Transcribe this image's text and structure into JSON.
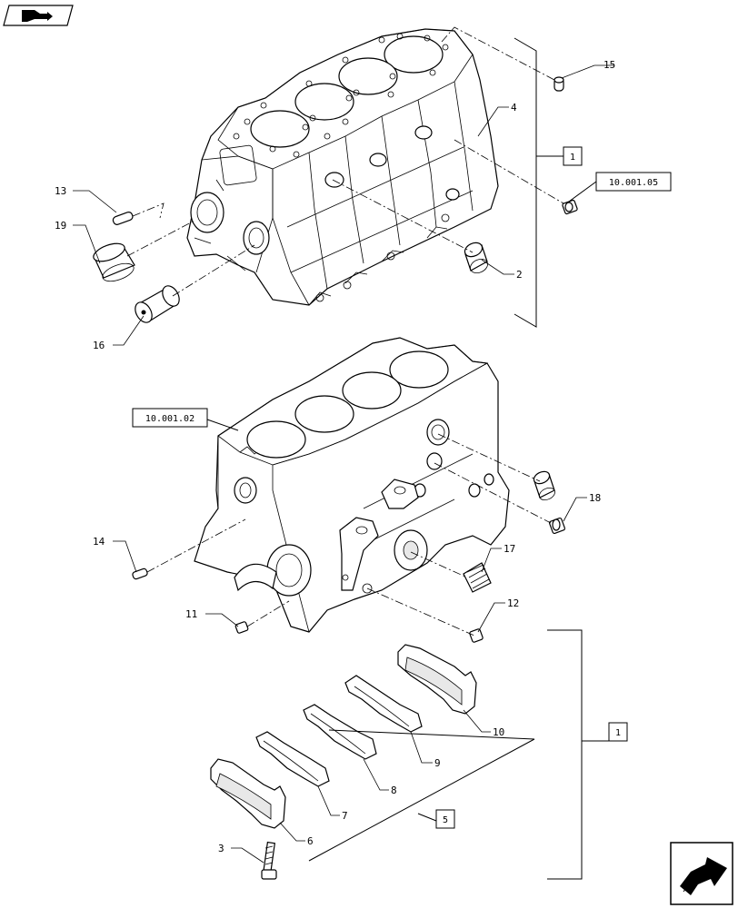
{
  "refs": {
    "top": "10.001.05",
    "middle": "10.001.02"
  },
  "boxes": {
    "upper_group": "1",
    "lower_group": "1",
    "bearing_set": "5"
  },
  "callouts": {
    "c15": "15",
    "c4": "4",
    "c13": "13",
    "c19": "19",
    "c2": "2",
    "c16": "16",
    "c18": "18",
    "c14": "14",
    "c17": "17",
    "c11": "11",
    "c12": "12",
    "c10": "10",
    "c9": "9",
    "c8": "8",
    "c7": "7",
    "c6": "6",
    "c3": "3"
  },
  "icons": {
    "top_left": "book-arrow-icon",
    "bottom_right": "next-page-arrow-icon"
  }
}
